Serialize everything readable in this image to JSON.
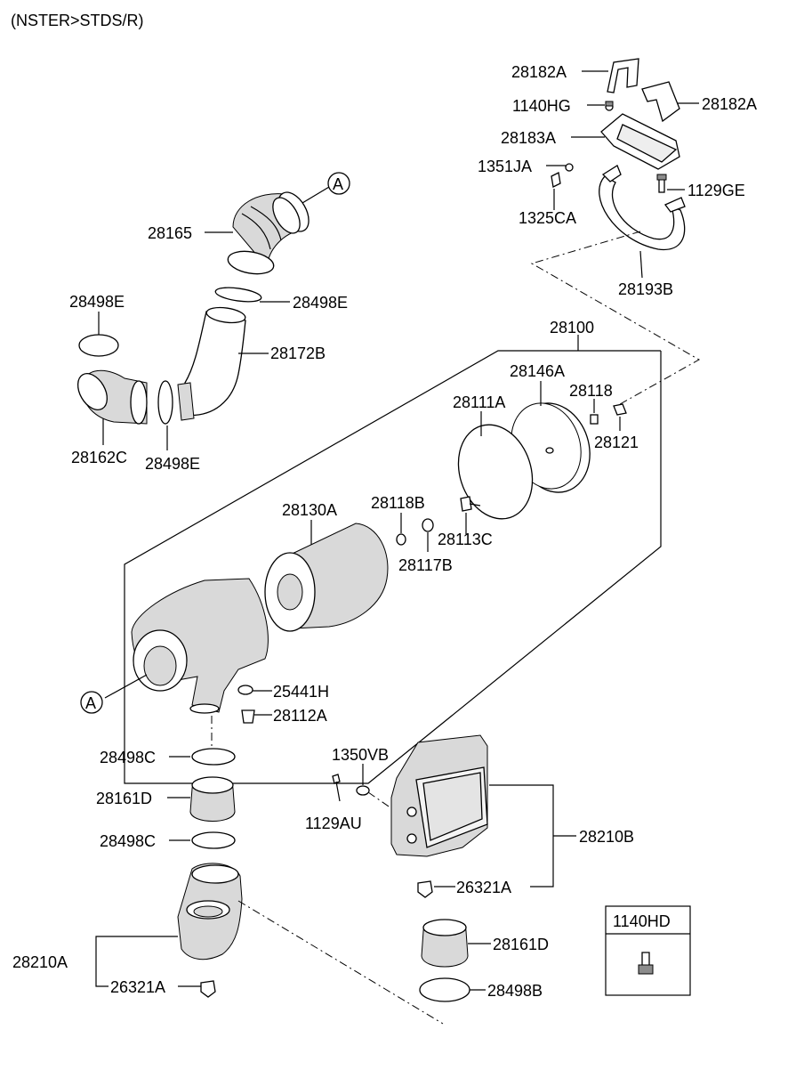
{
  "header": {
    "variant": "(NSTER>STDS/R)"
  },
  "callouts": {
    "a_top": "A",
    "a_bottom": "A"
  },
  "labels": {
    "p28182A_1": "28182A",
    "p28182A_2": "28182A",
    "p1140HG": "1140HG",
    "p28183A": "28183A",
    "p1351JA": "1351JA",
    "p1129GE": "1129GE",
    "p1325CA": "1325CA",
    "p28193B": "28193B",
    "p28165": "28165",
    "p28498E_1": "28498E",
    "p28498E_2": "28498E",
    "p28498E_3": "28498E",
    "p28172B": "28172B",
    "p28162C": "28162C",
    "p28100": "28100",
    "p28146A": "28146A",
    "p28118_1": "28118",
    "p28111A": "28111A",
    "p28121": "28121",
    "p28130A": "28130A",
    "p28118B": "28118B",
    "p28113C": "28113C",
    "p28117B": "28117B",
    "p25441H": "25441H",
    "p28112A": "28112A",
    "p28498C_1": "28498C",
    "p28161D_1": "28161D",
    "p28498C_2": "28498C",
    "p1350VB": "1350VB",
    "p1129AU": "1129AU",
    "p28210B": "28210B",
    "p26321A_1": "26321A",
    "p28210A": "28210A",
    "p26321A_2": "26321A",
    "p28161D_2": "28161D",
    "p28498B": "28498B"
  },
  "inset": {
    "title": "1140HD"
  }
}
